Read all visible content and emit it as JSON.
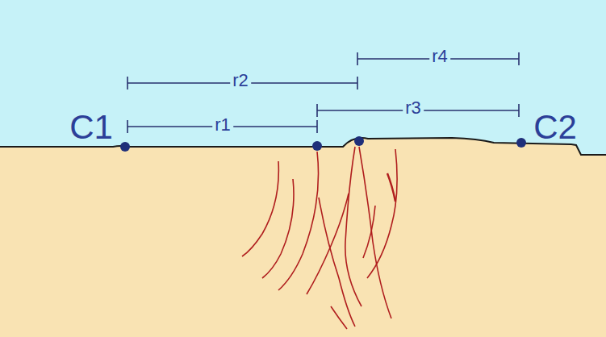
{
  "diagram": {
    "labels": [
      "C1",
      "C2",
      "r1",
      "r2",
      "r3",
      "r4"
    ]
  }
}
